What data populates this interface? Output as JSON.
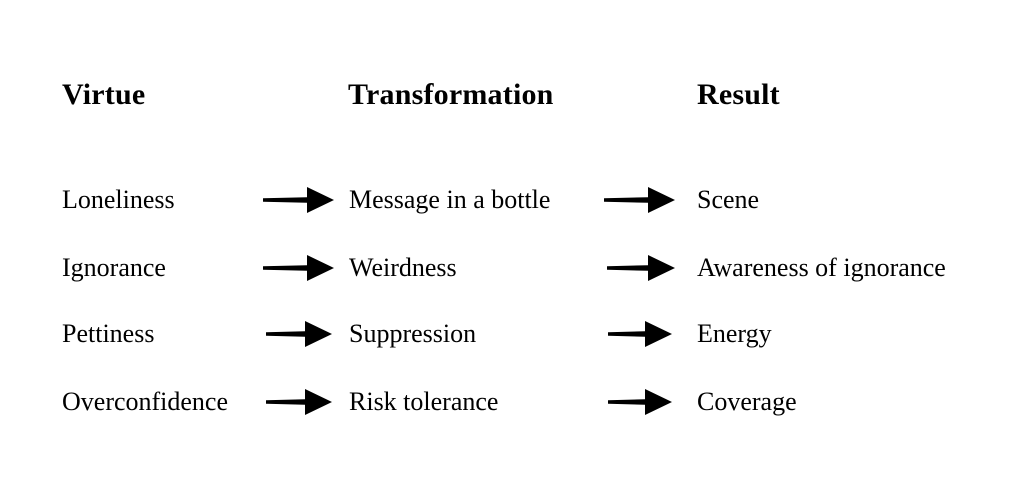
{
  "headers": {
    "virtue": "Virtue",
    "transformation": "Transformation",
    "result": "Result"
  },
  "arrow_glyph": "right-arrow",
  "colors": {
    "background": "#ffffff",
    "text": "#000000",
    "arrow": "#000000"
  },
  "rows": [
    {
      "virtue": "Loneliness",
      "transformation": "Message in a bottle",
      "result": "Scene"
    },
    {
      "virtue": "Ignorance",
      "transformation": "Weirdness",
      "result": "Awareness of ignorance"
    },
    {
      "virtue": "Pettiness",
      "transformation": "Suppression",
      "result": "Energy"
    },
    {
      "virtue": "Overconfidence",
      "transformation": "Risk tolerance",
      "result": "Coverage"
    }
  ]
}
